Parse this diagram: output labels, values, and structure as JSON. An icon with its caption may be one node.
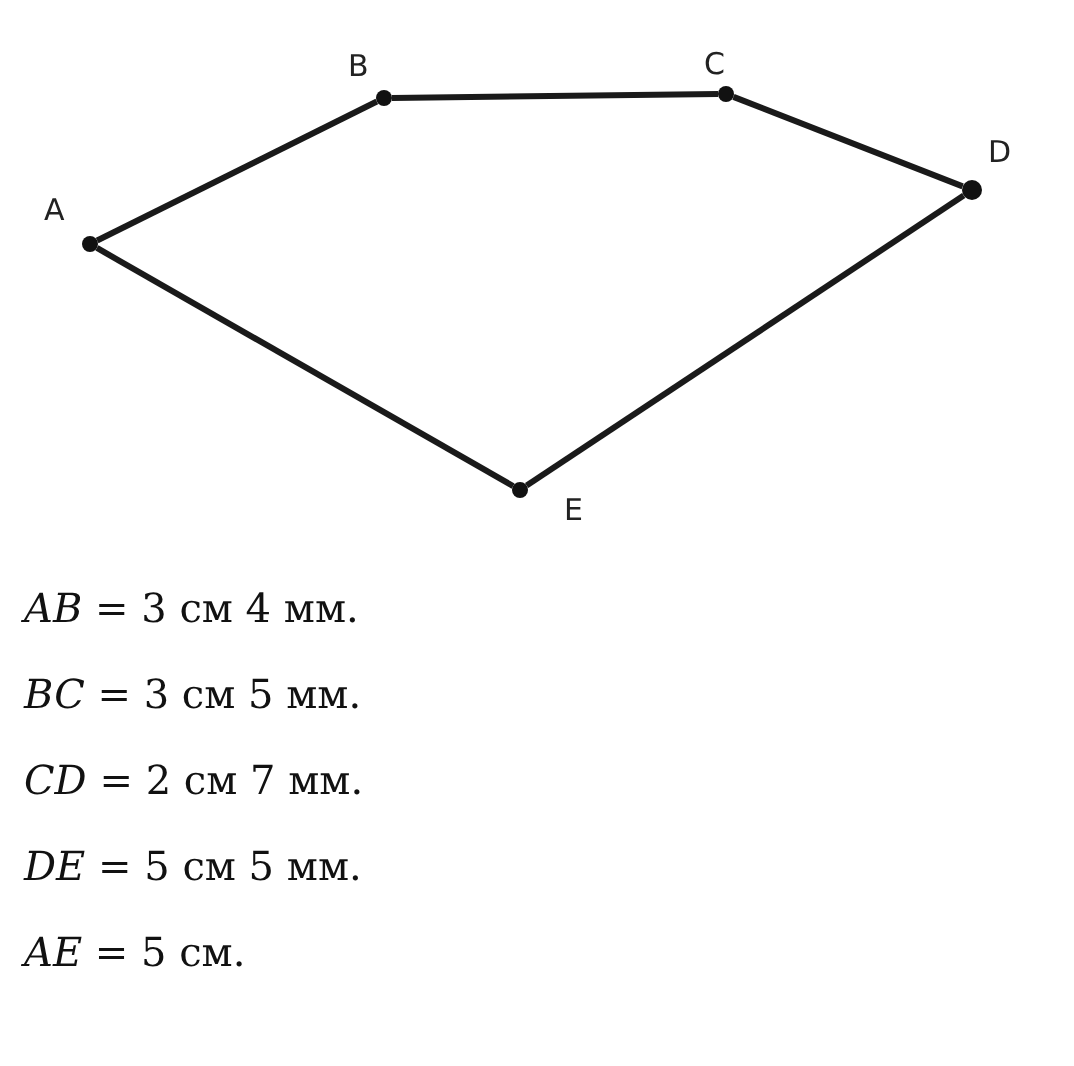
{
  "diagram": {
    "nodes": [
      {
        "text": [
          "A"
        ]
      },
      {
        "text": [
          "B"
        ]
      },
      {
        "text": [
          "C"
        ]
      },
      {
        "text": [
          "D"
        ]
      },
      {
        "text": [
          "E"
        ]
      }
    ],
    "edges": [
      {
        "from": 0,
        "to": 1,
        "arrow": "none"
      },
      {
        "from": 1,
        "to": 2,
        "arrow": "none"
      },
      {
        "from": 2,
        "to": 3,
        "arrow": "none"
      },
      {
        "from": 3,
        "to": 4,
        "arrow": "none"
      },
      {
        "from": 4,
        "to": 0,
        "arrow": "none"
      }
    ],
    "labels": [
      "*AB* = 3 см 4 мм.",
      "*BC* = 3 см 5 мм.",
      "*CD* = 2 см 7 мм.",
      "*DE* = 5 см 5 мм.",
      "*AE* = 5 см."
    ]
  }
}
